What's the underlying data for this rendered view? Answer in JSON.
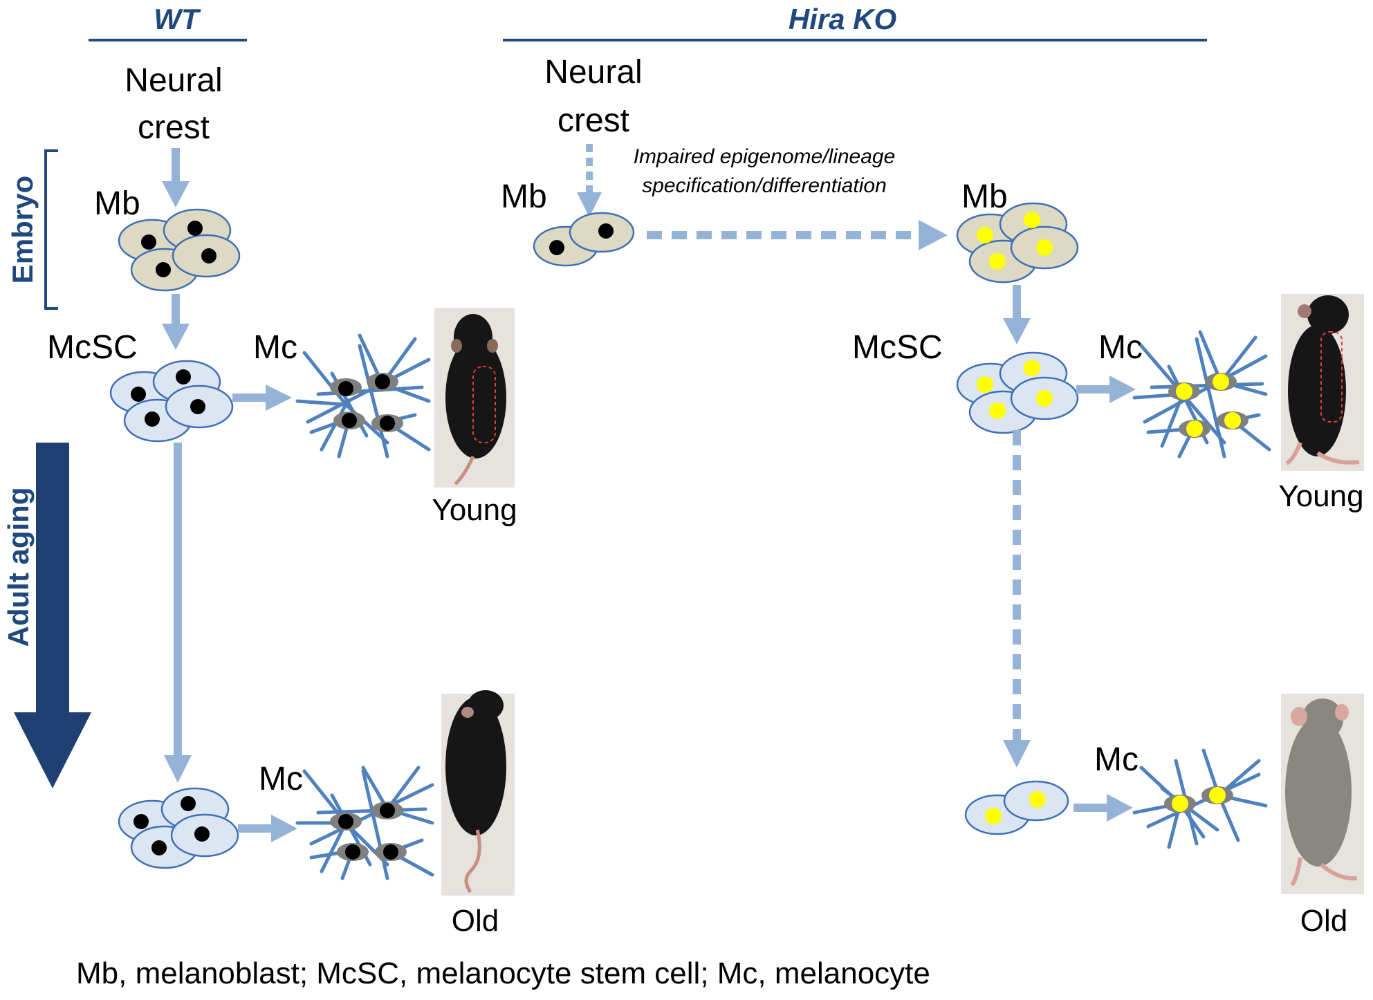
{
  "header": {
    "wt": "WT",
    "ko_gene": "Hira",
    "ko_suffix": " KO"
  },
  "side_labels": {
    "embryo": "Embryo",
    "adult_aging": "Adult aging"
  },
  "wt_column": {
    "origin": "Neural crest",
    "origin_line1": "Neural",
    "origin_line2": "crest",
    "mb": "Mb",
    "mcsc": "McSC",
    "mc_young": "Mc",
    "mc_old": "Mc",
    "photo_young_caption": "Young",
    "photo_old_caption": "Old"
  },
  "ko_column": {
    "origin_line1": "Neural",
    "origin_line2": "crest",
    "mb_left": "Mb",
    "mb_right": "Mb",
    "mcsc": "McSC",
    "mc_young": "Mc",
    "mc_old": "Mc",
    "impairment_line1": "Impaired epigenome/lineage",
    "impairment_line2": "specification/differentiation",
    "photo_young_caption": "Young",
    "photo_old_caption": "Old"
  },
  "footer": {
    "legend": "Mb, melanoblast; McSC, melanocyte stem cell; Mc, melanocyte"
  },
  "colors": {
    "header_blue": "#1f497d",
    "arrow_light": "#95b3d7",
    "aging_arrow": "#1f3f73",
    "mb_cell_fill": "#ddd9c3",
    "mb_cell_stroke": "#3f6fb5",
    "mcsc_cell_fill": "#dce6f2",
    "mc_dendrite": "#4f81bd",
    "mc_body": "#808080",
    "nucleus_wt": "#000000",
    "nucleus_ko": "#ffff00",
    "black_fur": "#161616",
    "gray_fur": "#8a8680",
    "photo_bg": "#e6e3df"
  },
  "icons": {
    "young_mouse_photo": "black-mouse-photo",
    "old_wt_mouse_photo": "black-mouse-photo",
    "old_ko_mouse_photo": "gray-mouse-photo"
  }
}
